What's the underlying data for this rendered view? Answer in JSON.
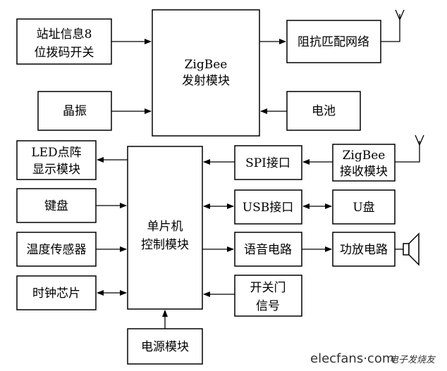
{
  "blocks": {
    "station_switch": [
      "站址信息8",
      "位拨码开关"
    ],
    "zigbee_tx": [
      "ZigBee",
      "发射模块"
    ],
    "impedance": [
      "阻抗匹配网络"
    ],
    "crystal": [
      "晶振"
    ],
    "battery": [
      "电池"
    ],
    "led": [
      "LED点阵",
      "显示模块"
    ],
    "mcu": [
      "单片机",
      "控制模块"
    ],
    "spi": [
      "SPI接口"
    ],
    "zigbee_rx": [
      "ZigBee",
      "接收模块"
    ],
    "keyboard": [
      "键盘"
    ],
    "usb": [
      "USB接口"
    ],
    "udisk": [
      "U盘"
    ],
    "temp_sensor": [
      "温度传感器"
    ],
    "voice": [
      "语音电路"
    ],
    "amp": [
      "功放电路"
    ],
    "clock": [
      "时钟芯片"
    ],
    "door": [
      "开关门",
      "信号"
    ],
    "power": [
      "电源模块"
    ]
  },
  "watermark": {
    "logo": "elecfans·com",
    "cn": "电子发烧友"
  }
}
